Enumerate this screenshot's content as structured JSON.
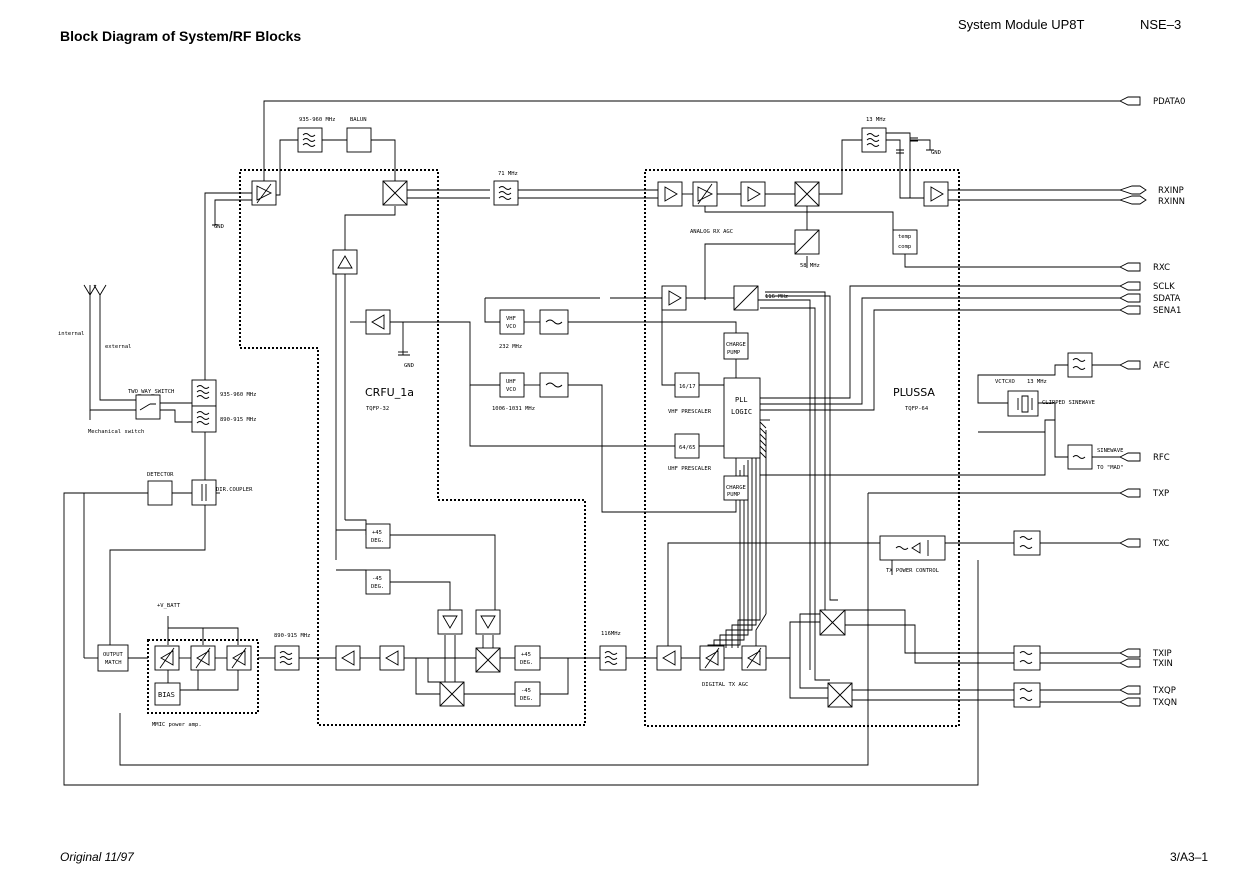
{
  "header": {
    "title": "Block Diagram of System/RF Blocks",
    "module": "System Module UP8T",
    "code": "NSE–3"
  },
  "footer": {
    "left": "Original 11/97",
    "right": "3/A3–1"
  },
  "chips": {
    "crfu_name": "CRFU_1a",
    "crfu_package": "TQFP-32",
    "plussa_name": "PLUSSA",
    "plussa_package": "TQFP-64"
  },
  "labels": {
    "f_935_960_top": "935-960 MHz",
    "balun": "BALUN",
    "f_71": "71 MHz",
    "f_13_top": "13 MHz",
    "gnd": "GND",
    "analog_rx_agc": "ANALOG RX AGC",
    "temp": "temp",
    "comp": "comp",
    "f_58": "58 MHz",
    "f_116": "116 MHz",
    "vhf_vco_1": "VHF",
    "vhf_vco_2": "VCO",
    "f_232": "232 MHz",
    "uhf_vco_1": "UHF",
    "uhf_vco_2": "VCO",
    "f_1006": "1006-1031 MHz",
    "charge_pump_1": "CHARGE",
    "charge_pump_2": "PUMP",
    "div_16_17": "16/17",
    "vhf_prescaler": "VHF PRESCALER",
    "div_64_65": "64/65",
    "uhf_prescaler": "UHF PRESCALER",
    "pll_1": "PLL",
    "pll_2": "LOGIC",
    "internal": "internal",
    "external": "external",
    "two_way_switch": "TWO_WAY_SWITCH",
    "mechanical_switch": "Mechanical switch",
    "f_935_960_dup": "935-960 MHz",
    "f_890_915_dup": "890-915 MHz",
    "detector": "DETECTOR",
    "dir_coupler": "DIR.COUPLER",
    "vbatt": "+V_BATT",
    "output_match_1": "OUTPUT",
    "output_match_2": "MATCH",
    "bias": "BIAS",
    "mmic": "MMIC power amp.",
    "f_890_915_tx": "890-915 MHz",
    "deg_p45_1": "+45",
    "deg_p45_2": "DEG.",
    "deg_m45_1": "-45",
    "deg_m45_2": "DEG.",
    "f_116_tx": "116MHz",
    "digital_tx_agc": "DIGITAL TX AGC",
    "tx_power_control": "TX POWER CONTROL",
    "vctcxo": "VCTCXO",
    "f_13_vctcxo": "13 MHz",
    "clipped_sinewave": "CLIPPED SINEWAVE",
    "sinewave": "SINEWAVE",
    "to_mad": "TO \"MAD\""
  },
  "pins": [
    "PDATA0",
    "RXINP",
    "RXINN",
    "RXC",
    "SCLK",
    "SDATA",
    "SENA1",
    "AFC",
    "RFC",
    "TXP",
    "TXC",
    "TXIP",
    "TXIN",
    "TXQP",
    "TXQN"
  ]
}
